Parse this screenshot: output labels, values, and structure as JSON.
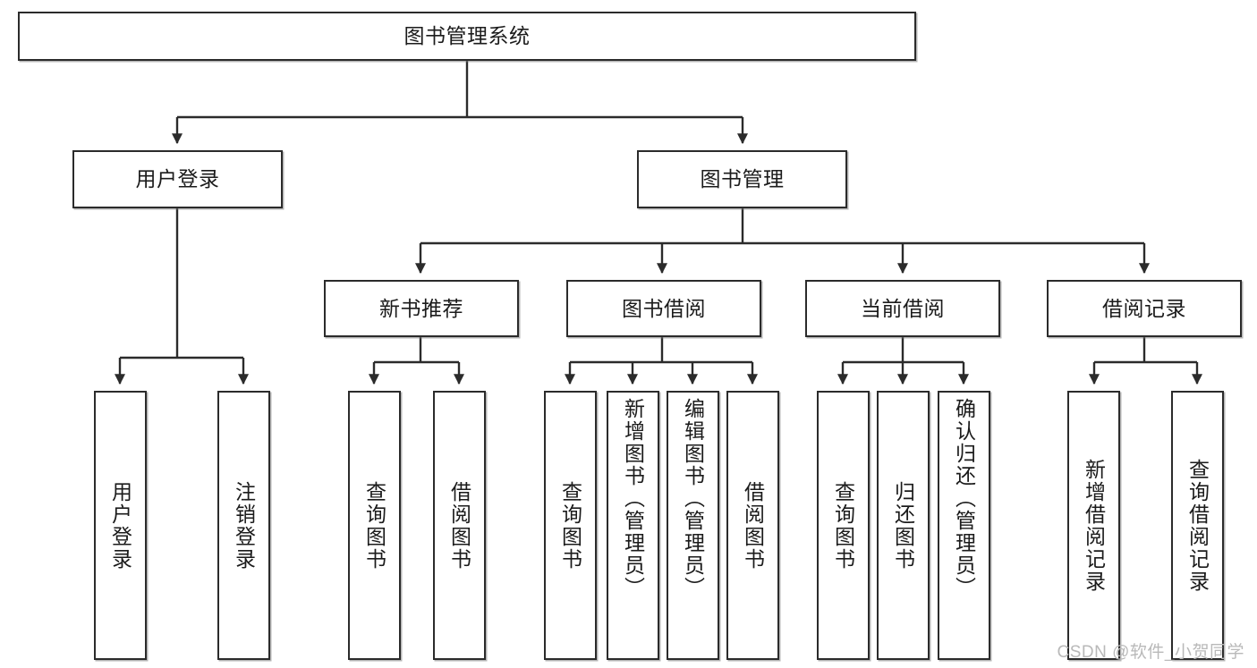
{
  "diagram": {
    "title": "图书管理系统",
    "watermark": "CSDN @软件_小贺同学",
    "colors": {
      "border": "#2b2b2b",
      "background": "#ffffff",
      "text": "#1b1b1b",
      "watermark": "#b9b9b9"
    },
    "nodes": {
      "root": {
        "label": "图书管理系统"
      },
      "level2": [
        {
          "label": "用户登录"
        },
        {
          "label": "图书管理"
        }
      ],
      "level3": [
        {
          "label": "新书推荐"
        },
        {
          "label": "图书借阅"
        },
        {
          "label": "当前借阅"
        },
        {
          "label": "借阅记录"
        }
      ],
      "leaves": {
        "user_login": [
          {
            "label": "用户登录"
          },
          {
            "label": "注销登录"
          }
        ],
        "new_book_recommend": [
          {
            "label": "查询图书"
          },
          {
            "label": "借阅图书"
          }
        ],
        "book_borrow": [
          {
            "label": "查询图书"
          },
          {
            "label": "新增图书（管理员）"
          },
          {
            "label": "编辑图书（管理员）"
          },
          {
            "label": "借阅图书"
          }
        ],
        "current_borrow": [
          {
            "label": "查询图书"
          },
          {
            "label": "归还图书"
          },
          {
            "label": "确认归还（管理员）"
          }
        ],
        "borrow_record": [
          {
            "label": "新增借阅记录"
          },
          {
            "label": "查询借阅记录"
          }
        ]
      }
    }
  }
}
